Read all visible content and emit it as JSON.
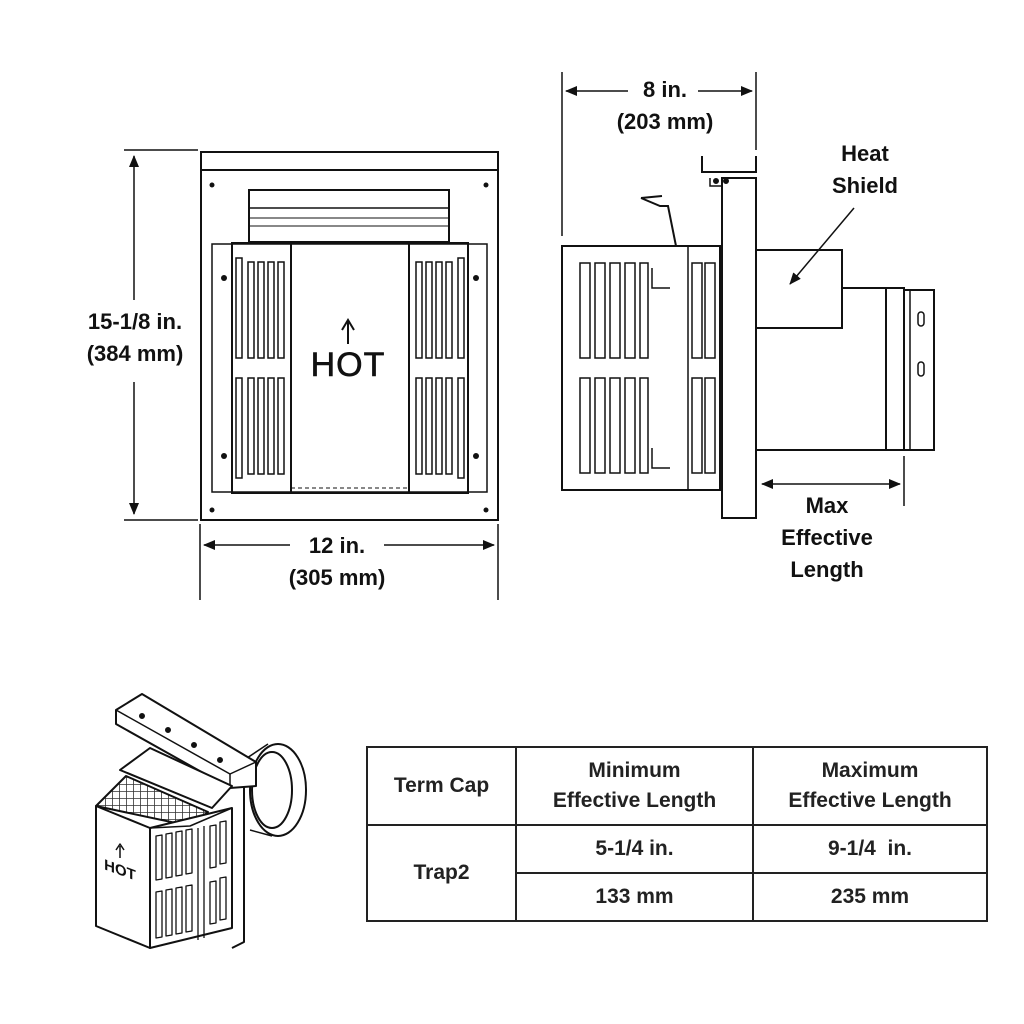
{
  "front_view": {
    "height_label": "15-1/8 in.",
    "height_label_metric": "(384 mm)",
    "width_label": "12 in.",
    "width_label_metric": "(305 mm)",
    "warning_text": "HOT"
  },
  "side_view": {
    "depth_label": "8 in.",
    "depth_label_metric": "(203 mm)",
    "heat_shield_line1": "Heat",
    "heat_shield_line2": "Shield",
    "max_length_line1": "Max",
    "max_length_line2": "Effective",
    "max_length_line3": "Length"
  },
  "iso_view": {
    "warning_text": "HOT"
  },
  "spec_table": {
    "header": {
      "col1": "Term Cap",
      "col2_line1": "Minimum",
      "col2_line2": "Effective Length",
      "col3_line1": "Maximum",
      "col3_line2": "Effective Length"
    },
    "row_label": "Trap2",
    "min_in": "5-1/4 in.",
    "max_in": "9-1/4  in.",
    "min_mm": "133 mm",
    "max_mm": "235 mm"
  }
}
